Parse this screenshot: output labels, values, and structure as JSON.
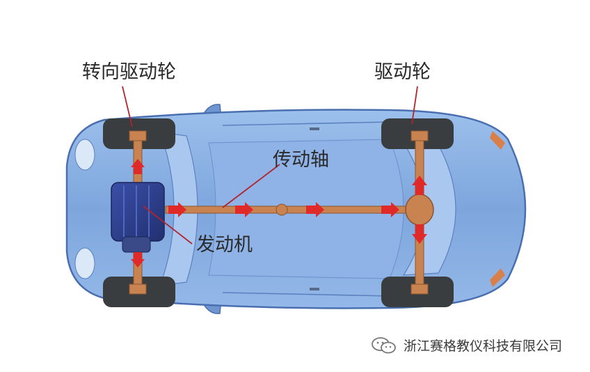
{
  "labels": {
    "steer_drive_wheel": "转向驱动轮",
    "drive_wheel": "驱动轮",
    "drive_shaft": "传动轴",
    "engine": "发动机"
  },
  "watermark": {
    "company": "浙江赛格教仪科技有限公司"
  },
  "colors": {
    "car_body": "#7ea6dd",
    "car_body_dark": "#4a6fb0",
    "tire": "#3a3d40",
    "shaft": "#c98350",
    "arrow": "#e02a2a",
    "engine": "#2f3f8f"
  }
}
